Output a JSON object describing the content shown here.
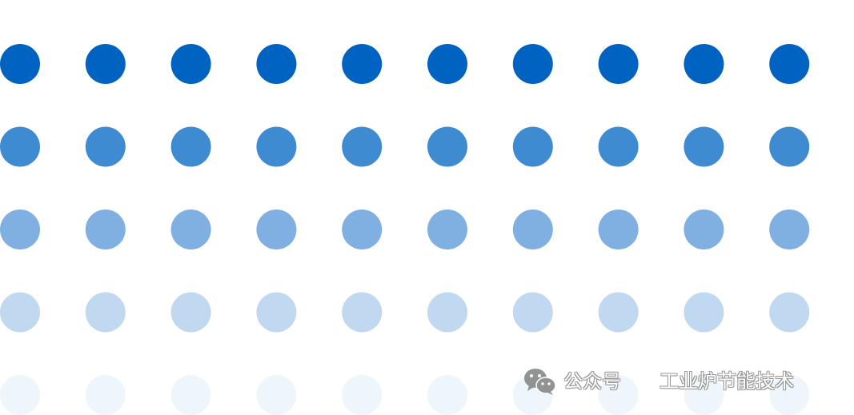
{
  "dot_rows": [
    {
      "color": "#0063c2",
      "count": 10
    },
    {
      "color": "#3e8bd1",
      "count": 10
    },
    {
      "color": "#7fb0e1",
      "count": 10
    },
    {
      "color": "#c0d8f0",
      "count": 10
    },
    {
      "color": "#eef5fb",
      "count": 10
    }
  ],
  "watermark": {
    "icon": "wechat-icon",
    "label": "公众号",
    "account": "工业炉节能技术"
  }
}
